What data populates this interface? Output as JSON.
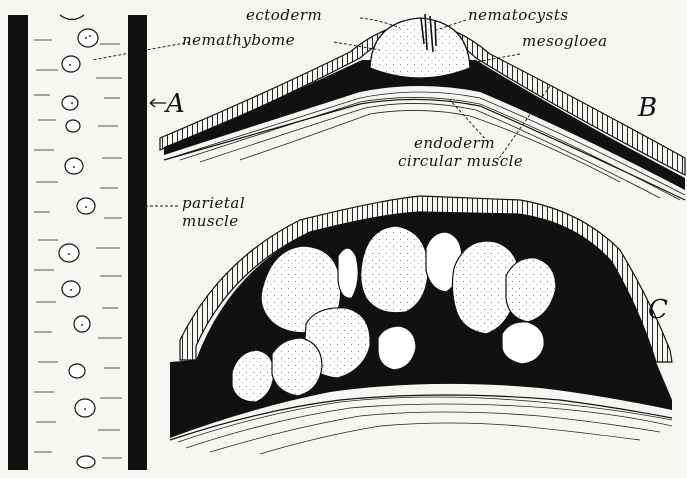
{
  "figure": {
    "panels": {
      "a": "A",
      "b": "B",
      "c": "C"
    },
    "labels": {
      "ectoderm": "ectoderm",
      "nematocysts": "nematocysts",
      "nemathybome": "nemathybome",
      "mesogloea": "mesogloea",
      "endoderm": "endoderm",
      "circular_muscle": "circular muscle",
      "parietal_muscle_line1": "parietal",
      "parietal_muscle_line2": "muscle"
    },
    "colors": {
      "ink": "#111111",
      "paper": "#f7f6f2"
    }
  }
}
